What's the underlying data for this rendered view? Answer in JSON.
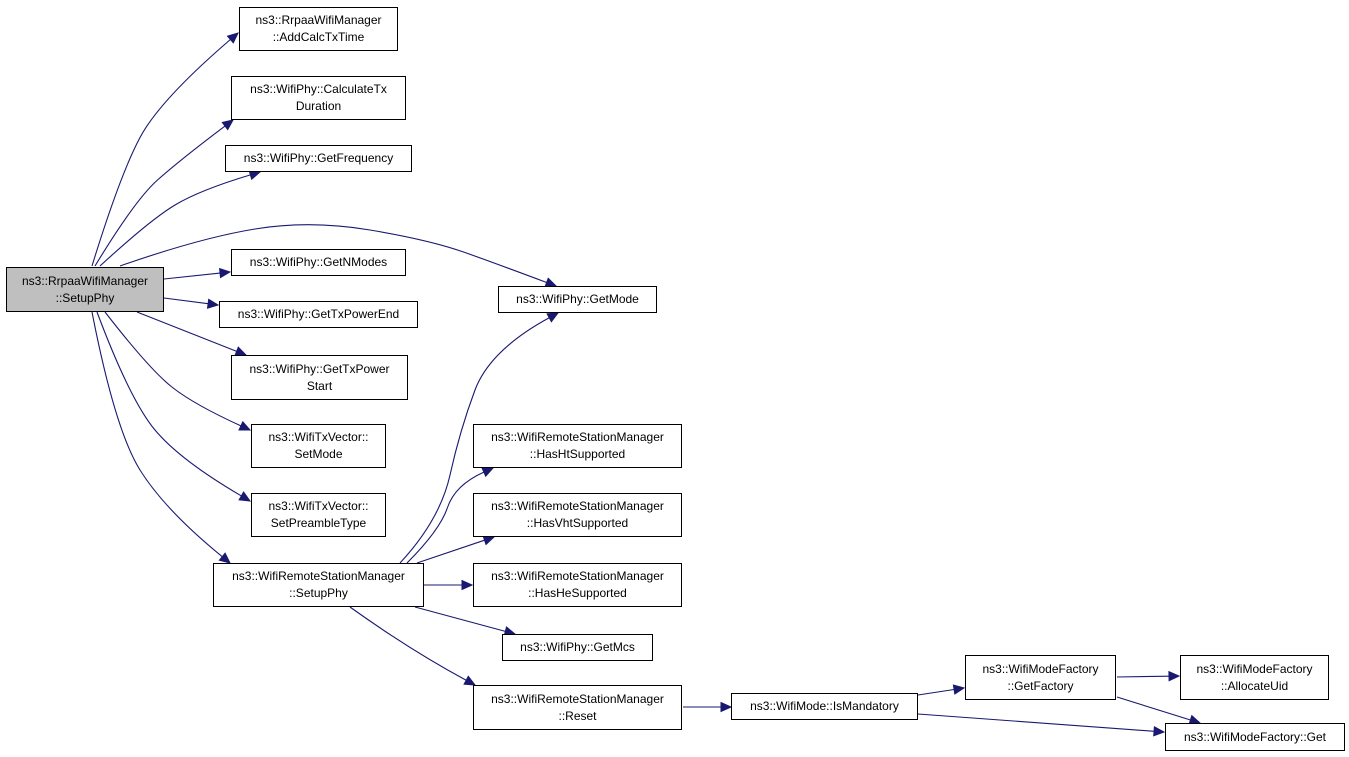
{
  "graph": {
    "root": {
      "id": "root",
      "lines": [
        "ns3::RrpaaWifiManager",
        "::SetupPhy"
      ],
      "fill": "#bfbfbf"
    },
    "nodes": [
      {
        "id": "addcalctxtime",
        "lines": [
          "ns3::RrpaaWifiManager",
          "::AddCalcTxTime"
        ]
      },
      {
        "id": "calculatetxduration",
        "lines": [
          "ns3::WifiPhy::CalculateTx",
          "Duration"
        ]
      },
      {
        "id": "getfrequency",
        "lines": [
          "ns3::WifiPhy::GetFrequency"
        ]
      },
      {
        "id": "getnmodes",
        "lines": [
          "ns3::WifiPhy::GetNModes"
        ]
      },
      {
        "id": "gettxpowerend",
        "lines": [
          "ns3::WifiPhy::GetTxPowerEnd"
        ]
      },
      {
        "id": "gettxpowerstart",
        "lines": [
          "ns3::WifiPhy::GetTxPower",
          "Start"
        ]
      },
      {
        "id": "setmode",
        "lines": [
          "ns3::WifiTxVector::",
          "SetMode"
        ]
      },
      {
        "id": "setpreambletype",
        "lines": [
          "ns3::WifiTxVector::",
          "SetPreambleType"
        ]
      },
      {
        "id": "wrsm-setupphy",
        "lines": [
          "ns3::WifiRemoteStationManager",
          "::SetupPhy"
        ]
      },
      {
        "id": "getmode",
        "lines": [
          "ns3::WifiPhy::GetMode"
        ]
      },
      {
        "id": "hashtsupported",
        "lines": [
          "ns3::WifiRemoteStationManager",
          "::HasHtSupported"
        ]
      },
      {
        "id": "hasvhtsupported",
        "lines": [
          "ns3::WifiRemoteStationManager",
          "::HasVhtSupported"
        ]
      },
      {
        "id": "hashesupported",
        "lines": [
          "ns3::WifiRemoteStationManager",
          "::HasHeSupported"
        ]
      },
      {
        "id": "getmcs",
        "lines": [
          "ns3::WifiPhy::GetMcs"
        ]
      },
      {
        "id": "reset",
        "lines": [
          "ns3::WifiRemoteStationManager",
          "::Reset"
        ]
      },
      {
        "id": "ismandatory",
        "lines": [
          "ns3::WifiMode::IsMandatory"
        ]
      },
      {
        "id": "getfactory",
        "lines": [
          "ns3::WifiModeFactory",
          "::GetFactory"
        ]
      },
      {
        "id": "allocateuid",
        "lines": [
          "ns3::WifiModeFactory",
          "::AllocateUid"
        ]
      },
      {
        "id": "factoryget",
        "lines": [
          "ns3::WifiModeFactory::Get"
        ]
      }
    ],
    "edges": [
      {
        "from": "root",
        "to": "addcalctxtime"
      },
      {
        "from": "root",
        "to": "calculatetxduration"
      },
      {
        "from": "root",
        "to": "getfrequency"
      },
      {
        "from": "root",
        "to": "getmode"
      },
      {
        "from": "root",
        "to": "getnmodes"
      },
      {
        "from": "root",
        "to": "gettxpowerend"
      },
      {
        "from": "root",
        "to": "gettxpowerstart"
      },
      {
        "from": "root",
        "to": "setmode"
      },
      {
        "from": "root",
        "to": "setpreambletype"
      },
      {
        "from": "root",
        "to": "wrsm-setupphy"
      },
      {
        "from": "wrsm-setupphy",
        "to": "getmode"
      },
      {
        "from": "wrsm-setupphy",
        "to": "hashtsupported"
      },
      {
        "from": "wrsm-setupphy",
        "to": "hasvhtsupported"
      },
      {
        "from": "wrsm-setupphy",
        "to": "hashesupported"
      },
      {
        "from": "wrsm-setupphy",
        "to": "getmcs"
      },
      {
        "from": "wrsm-setupphy",
        "to": "reset"
      },
      {
        "from": "reset",
        "to": "ismandatory"
      },
      {
        "from": "ismandatory",
        "to": "getfactory"
      },
      {
        "from": "ismandatory",
        "to": "factoryget"
      },
      {
        "from": "getfactory",
        "to": "allocateuid"
      },
      {
        "from": "getfactory",
        "to": "factoryget"
      }
    ],
    "edge_color": "#191970"
  }
}
